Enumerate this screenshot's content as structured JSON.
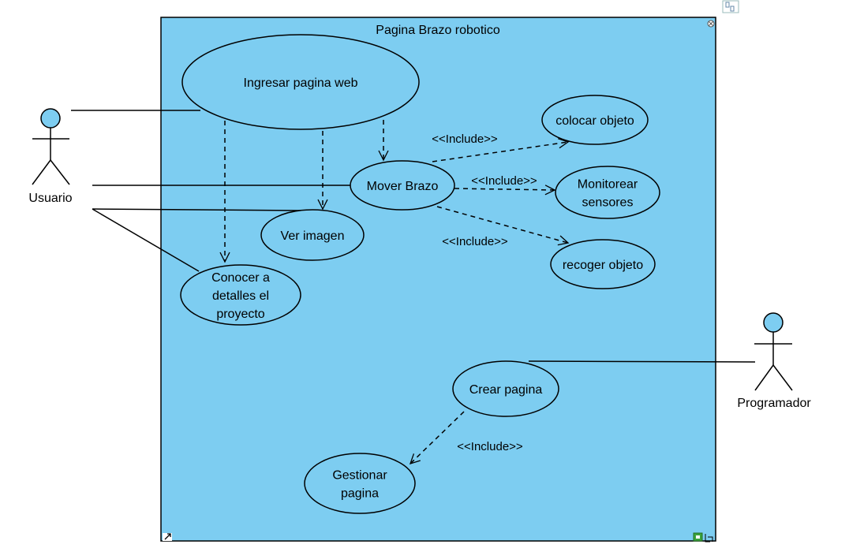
{
  "system": {
    "title": "Pagina Brazo robotico",
    "fill": "#7dcdf1"
  },
  "actors": {
    "usuario": {
      "name": "Usuario"
    },
    "programador": {
      "name": "Programador"
    }
  },
  "use_cases": {
    "ingresar": [
      "Ingresar pagina web"
    ],
    "mover": [
      "Mover Brazo"
    ],
    "colocar": [
      "colocar objeto"
    ],
    "monitorear": [
      "Monitorear",
      "sensores"
    ],
    "recoger": [
      "recoger objeto"
    ],
    "ver": [
      "Ver imagen"
    ],
    "conocer": [
      "Conocer a",
      "detalles el",
      "proyecto"
    ],
    "crear": [
      "Crear pagina"
    ],
    "gestionar": [
      "Gestionar",
      "pagina"
    ]
  },
  "relations": {
    "include_label": "<<Include>>"
  }
}
